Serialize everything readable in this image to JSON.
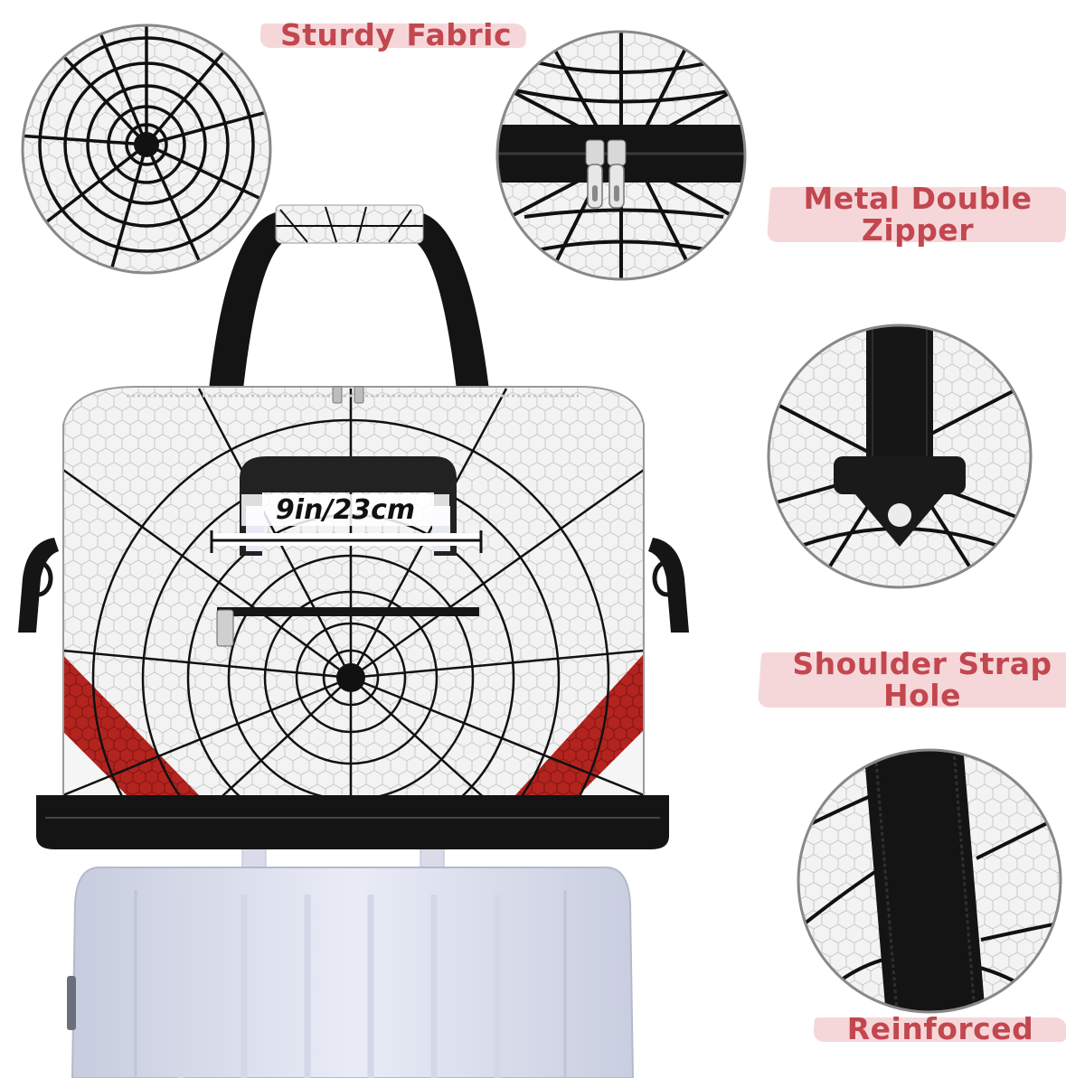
{
  "features": {
    "sturdy_fabric": "Sturdy Fabric",
    "metal_double_zipper": [
      "Metal Double",
      "Zipper"
    ],
    "shoulder_strap_hole": [
      "Shoulder Strap",
      "Hole"
    ],
    "reinforced": "Reinforced"
  },
  "dimension": "9in/23cm",
  "colors": {
    "label_text": "#c2474f",
    "label_highlight": "#f6d7d9",
    "web_line": "#111111",
    "accent_red": "#b3241f",
    "fabric": "#f1f1f1",
    "suitcase": "#dfe3f0"
  }
}
